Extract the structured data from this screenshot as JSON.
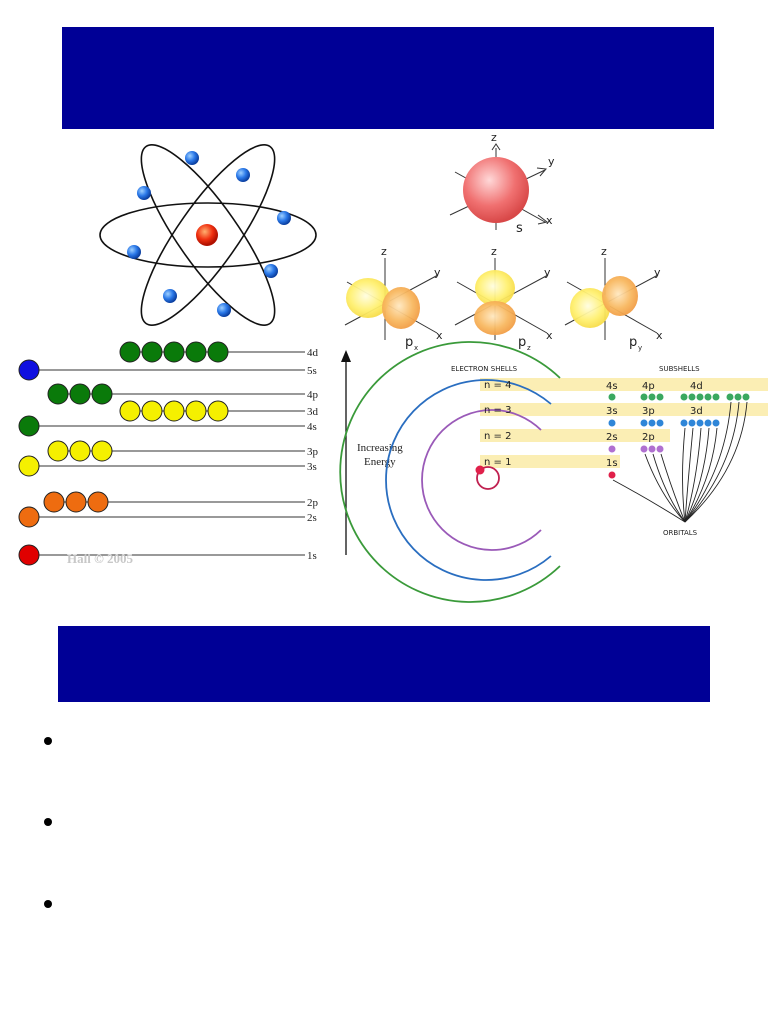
{
  "slide": {
    "top_banner_color": "#000096",
    "mid_banner_color": "#000096",
    "bullets_count": 3
  },
  "energy_diagram": {
    "levels": [
      "1s",
      "2s",
      "2p",
      "3s",
      "3p",
      "4s",
      "3d",
      "4p",
      "5s",
      "4d"
    ],
    "axis_label_line1": "Increasing",
    "axis_label_line2": "Energy",
    "credit": "Hall © 2005",
    "colors": {
      "n1": "#e00000",
      "n2": "#ee6c10",
      "n3": "#f5f000",
      "n4": "#0a7a0a",
      "n5": "#1010e0"
    }
  },
  "orbitals": {
    "s_label": "s",
    "px_label": "p",
    "px_sub": "x",
    "pz_label": "p",
    "pz_sub": "z",
    "py_label": "p",
    "py_sub": "y",
    "axis_x": "x",
    "axis_y": "y",
    "axis_z": "z"
  },
  "shells": {
    "header_shells": "ELECTRON SHELLS",
    "header_subshells": "SUBSHELLS",
    "rows": [
      {
        "n": "n = 4",
        "s": "4s",
        "p": "4p",
        "d": "4d"
      },
      {
        "n": "n = 3",
        "s": "3s",
        "p": "3p",
        "d": "3d"
      },
      {
        "n": "n = 2",
        "s": "2s",
        "p": "2p",
        "d": ""
      },
      {
        "n": "n = 1",
        "s": "1s",
        "p": "",
        "d": ""
      }
    ],
    "orbitals_label": "ORBITALS"
  }
}
